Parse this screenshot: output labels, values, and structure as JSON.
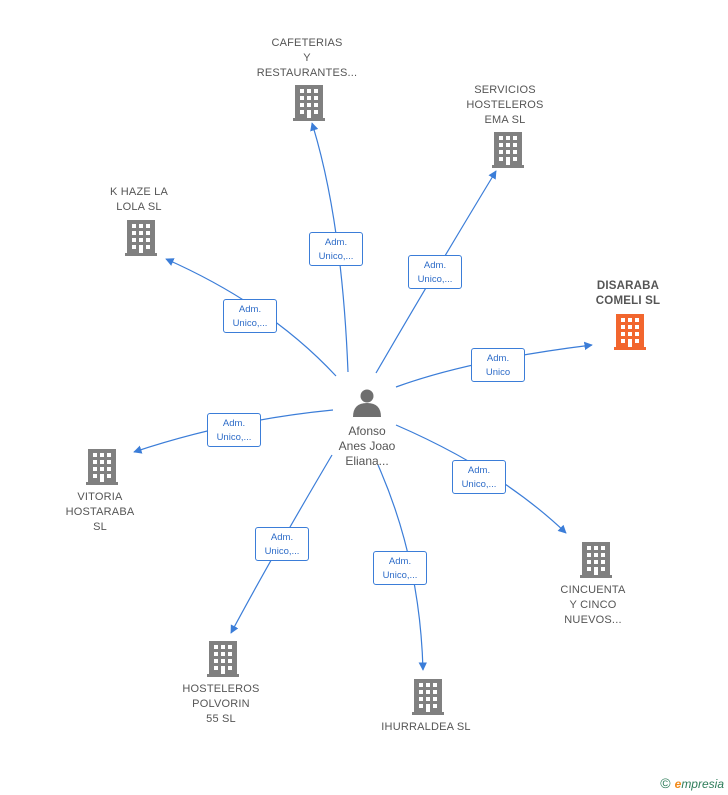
{
  "center": {
    "label": "Afonso\nAnes Joao\nEliana..."
  },
  "companies": [
    {
      "id": "cafeterias",
      "label": "CAFETERIAS\nY\nRESTAURANTES...",
      "highlight": false
    },
    {
      "id": "servicios",
      "label": "SERVICIOS\nHOSTELEROS\nEMA  SL",
      "highlight": false
    },
    {
      "id": "khaze",
      "label": "K HAZE LA\nLOLA  SL",
      "highlight": false
    },
    {
      "id": "disaraba",
      "label": "DISARABA\nCOMELI  SL",
      "highlight": true
    },
    {
      "id": "vitoria",
      "label": "VITORIA\nHOSTARABA\nSL",
      "highlight": false
    },
    {
      "id": "cincuenta",
      "label": "CINCUENTA\nY CINCO\nNUEVOS...",
      "highlight": false
    },
    {
      "id": "polvorin",
      "label": "HOSTELEROS\nPOLVORIN\n55  SL",
      "highlight": false
    },
    {
      "id": "ihurraldea",
      "label": "IHURRALDEA SL",
      "highlight": false
    }
  ],
  "edges": [
    {
      "to": "cafeterias",
      "label": "Adm.\nUnico,..."
    },
    {
      "to": "servicios",
      "label": "Adm.\nUnico,..."
    },
    {
      "to": "khaze",
      "label": "Adm.\nUnico,..."
    },
    {
      "to": "disaraba",
      "label": "Adm.\nUnico"
    },
    {
      "to": "vitoria",
      "label": "Adm.\nUnico,..."
    },
    {
      "to": "cincuenta",
      "label": "Adm.\nUnico,..."
    },
    {
      "to": "polvorin",
      "label": "Adm.\nUnico,..."
    },
    {
      "to": "ihurraldea",
      "label": "Adm.\nUnico,..."
    }
  ],
  "colors": {
    "edge": "#3b7dd8",
    "building": "#808080",
    "building_highlight": "#f2662e",
    "person": "#6f6f6f"
  },
  "icons": {
    "company": "building-icon",
    "person": "person-icon"
  },
  "footer": {
    "copyright": "©",
    "brand_initial": "e",
    "brand_rest": "mpresia"
  }
}
